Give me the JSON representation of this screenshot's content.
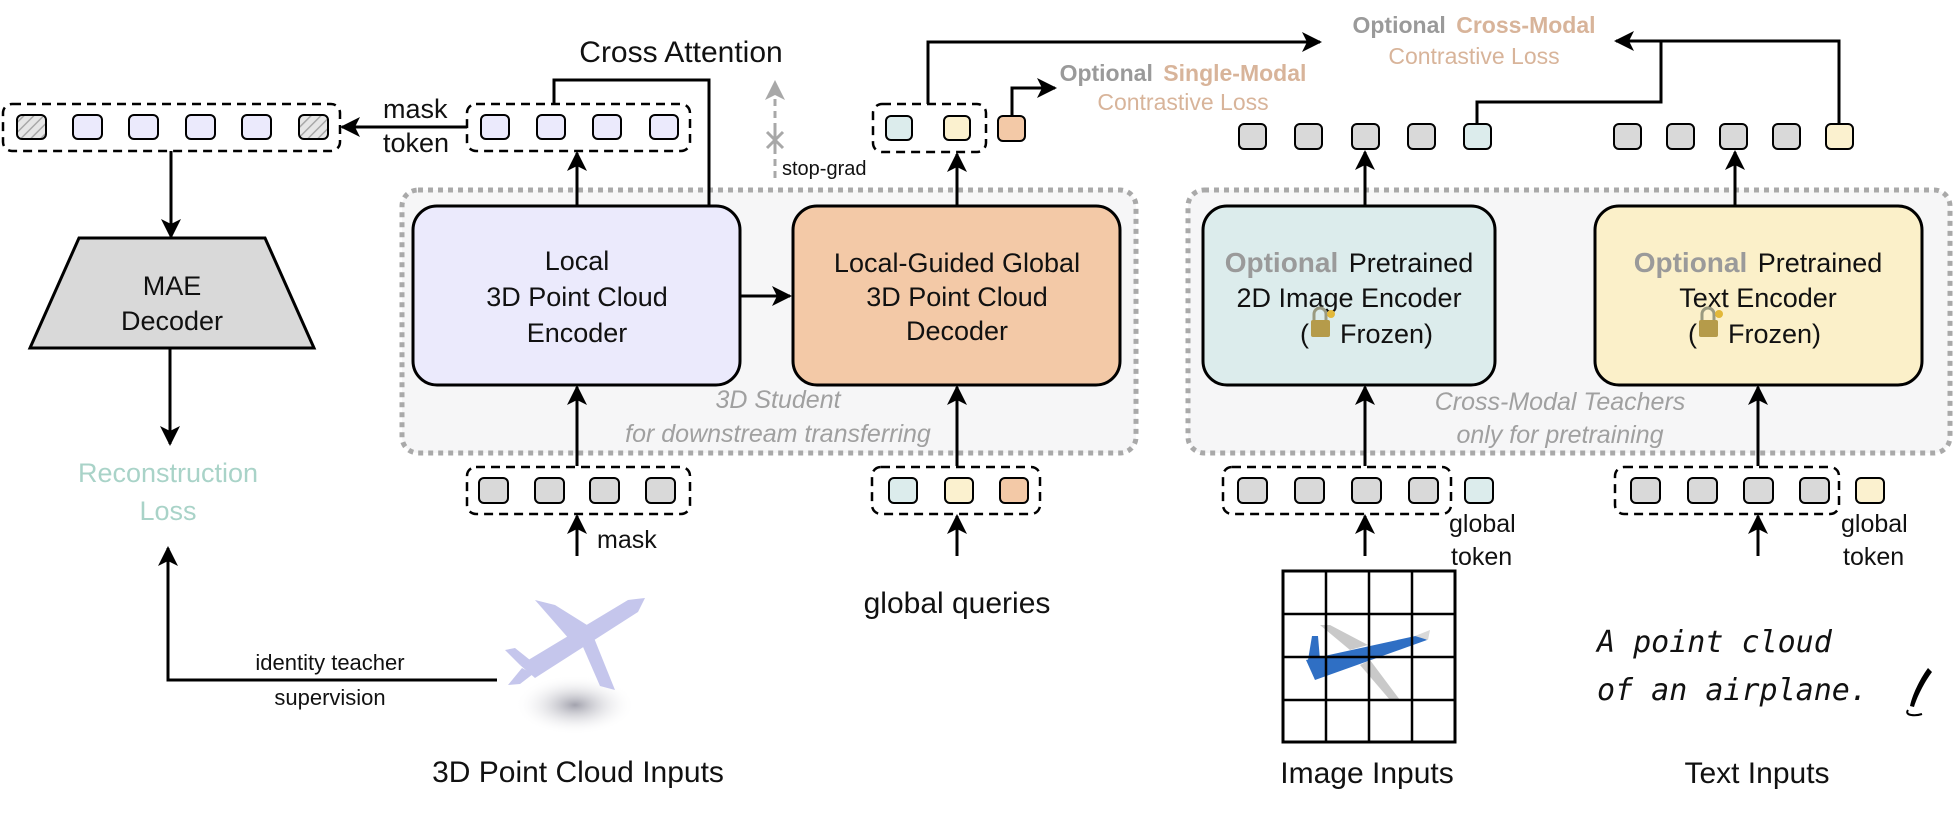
{
  "title": "3D point cloud pretraining with cross-modal teachers",
  "colors": {
    "student_encoder": "#ebeafc",
    "student_decoder": "#f3c9a7",
    "image_encoder": "#dcecec",
    "text_encoder": "#fbf0c9",
    "token_gray": "#d9d9d9",
    "token_lavender": "#ebeafc",
    "token_teal": "#dcecec",
    "token_cream": "#fbf1cf",
    "token_peach": "#f3c9a7",
    "optional_gray": "#9a9a9a",
    "accent_tan": "#d8b49a",
    "reconstruction_teal": "#a9d3c8"
  },
  "labels": {
    "cross_attention": "Cross Attention",
    "mask_token_line1": "mask",
    "mask_token_line2": "token",
    "stop_grad": "stop-grad",
    "mask": "mask",
    "global_queries": "global queries",
    "global_token_line1": "global",
    "global_token_line2": "token",
    "identity_line1": "identity teacher",
    "identity_line2": "supervision"
  },
  "losses": {
    "single_modal": {
      "optional": "Optional",
      "kind": "Single-Modal",
      "line2": "Contrastive Loss"
    },
    "cross_modal": {
      "optional": "Optional",
      "kind": "Cross-Modal",
      "line2": "Contrastive Loss"
    },
    "reconstruction": {
      "line1": "Reconstruction",
      "line2": "Loss"
    }
  },
  "blocks": {
    "mae_decoder": {
      "line1": "MAE",
      "line2": "Decoder"
    },
    "local_encoder": {
      "line1": "Local",
      "line2": "3D Point Cloud",
      "line3": "Encoder"
    },
    "global_decoder": {
      "line1": "Local-Guided Global",
      "line2": "3D Point Cloud",
      "line3": "Decoder"
    },
    "image_encoder": {
      "optional": "Optional",
      "line1": "Pretrained",
      "line2": "2D Image Encoder",
      "frozen": "Frozen)",
      "paren_open": "("
    },
    "text_encoder": {
      "optional": "Optional",
      "line1": "Pretrained",
      "line2": "Text Encoder",
      "frozen": "Frozen)",
      "paren_open": "("
    }
  },
  "groups": {
    "student": {
      "line1": "3D Student",
      "line2": "for downstream transferring"
    },
    "teachers": {
      "line1": "Cross-Modal Teachers",
      "line2": "only for pretraining"
    }
  },
  "inputs": {
    "point_cloud": "3D Point Cloud Inputs",
    "image": "Image Inputs",
    "text": "Text Inputs",
    "text_sample_line1": "A point cloud",
    "text_sample_line2": "of an airplane."
  }
}
